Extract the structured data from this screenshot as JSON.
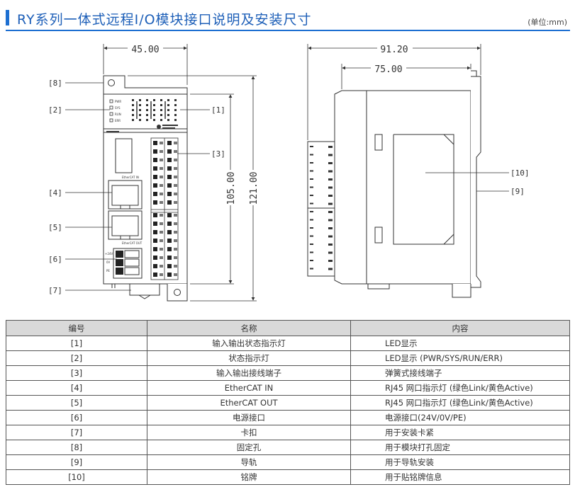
{
  "header": {
    "title": "RY系列一体式远程I/O模块接口说明及安装尺寸",
    "unit_note": "(单位:mm)"
  },
  "dimensions": {
    "front_width": "45.00",
    "front_height_body": "105.00",
    "front_height_total": "121.00",
    "side_depth_total": "91.20",
    "side_depth_body": "75.00"
  },
  "callouts": {
    "c1": "[1]",
    "c2": "[2]",
    "c3": "[3]",
    "c4": "[4]",
    "c5": "[5]",
    "c6": "[6]",
    "c7": "[7]",
    "c8": "[8]",
    "c9": "[9]",
    "c10": "[10]"
  },
  "device_text": {
    "led_pwr": "PWR",
    "led_sys": "SYS",
    "led_run": "RUN",
    "led_err": "ERR",
    "ethercat_in": "EtherCAT IN",
    "ethercat_out": "EtherCAT OUT",
    "pin_24v": "+24V",
    "pin_0v": "0V",
    "pin_pe": "PE"
  },
  "table": {
    "headers": [
      "编号",
      "名称",
      "内容"
    ],
    "rows": [
      {
        "num": "[1]",
        "name": "输入输出状态指示灯",
        "desc": "LED显示"
      },
      {
        "num": "[2]",
        "name": "状态指示灯",
        "desc": "LED显示 (PWR/SYS/RUN/ERR)"
      },
      {
        "num": "[3]",
        "name": "输入输出接线端子",
        "desc": "弹簧式接线端子"
      },
      {
        "num": "[4]",
        "name": "EtherCAT IN",
        "desc": "RJ45 网口指示灯 (绿色Link/黄色Active)"
      },
      {
        "num": "[5]",
        "name": "EtherCAT OUT",
        "desc": "RJ45 网口指示灯 (绿色Link/黄色Active)"
      },
      {
        "num": "[6]",
        "name": "电源接口",
        "desc": "电源接口(24V/0V/PE)"
      },
      {
        "num": "[7]",
        "name": "卡扣",
        "desc": "用于安装卡紧"
      },
      {
        "num": "[8]",
        "name": "固定孔",
        "desc": "用于模块打孔固定"
      },
      {
        "num": "[9]",
        "name": "导轨",
        "desc": "用于导轨安装"
      },
      {
        "num": "[10]",
        "name": "铭牌",
        "desc": "用于贴铭牌信息"
      }
    ]
  },
  "colors": {
    "accent": "#1d6fd1",
    "header_bg": "#d9d9d9"
  }
}
